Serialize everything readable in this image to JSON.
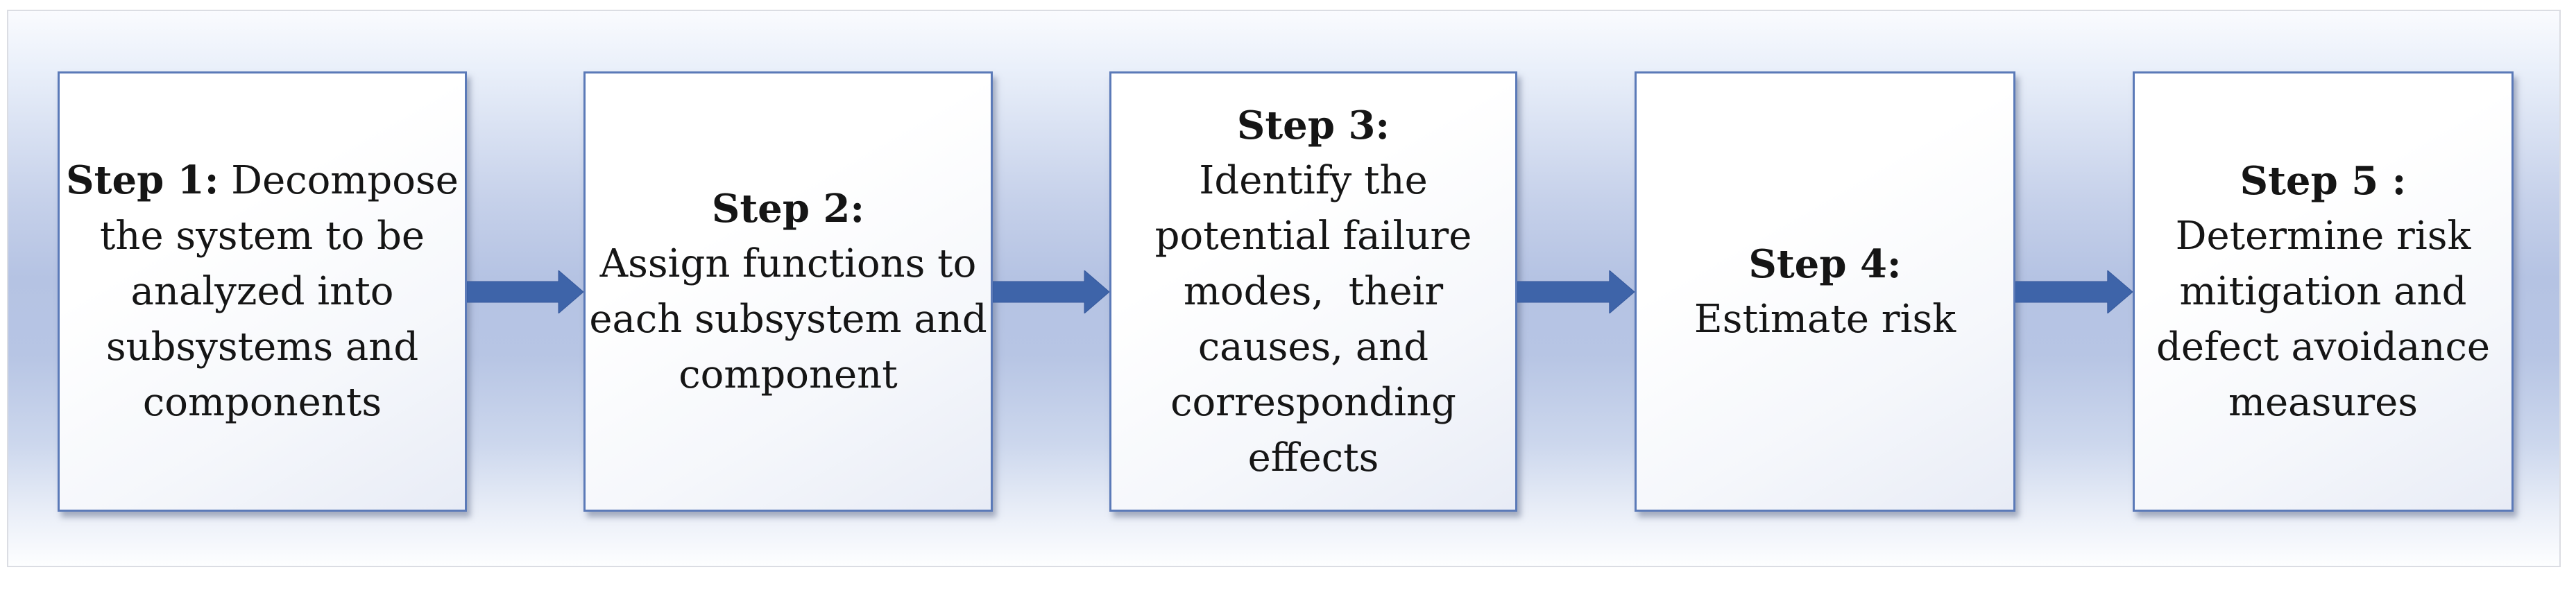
{
  "steps": [
    {
      "label": "Step 1:",
      "body": " Decompose\nthe system to be\nanalyzed into\nsubsystems and\ncomponents"
    },
    {
      "label": "Step 2:",
      "body": "Assign functions to\neach subsystem and\ncomponent"
    },
    {
      "label": "Step 3:",
      "body": "Identify the\npotential failure\nmodes,  their\ncauses, and\ncorresponding\neffects"
    },
    {
      "label": "Step 4:",
      "body": "Estimate risk"
    },
    {
      "label": "Step 5 :",
      "body": "Determine risk\nmitigation and\ndefect avoidance\nmeasures"
    }
  ],
  "icons": {
    "flow_connector": "arrow-right"
  },
  "colors": {
    "arrow": "#3e64a9",
    "box_border": "#5b7ab8",
    "text": "#151515",
    "panel_mid": "#b5c3e3",
    "panel_border": "#dbdde3"
  }
}
